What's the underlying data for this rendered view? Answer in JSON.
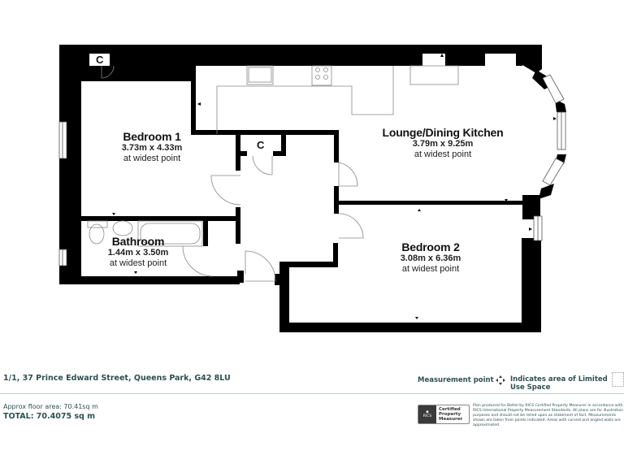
{
  "plan": {
    "rooms": [
      {
        "name": "Bedroom 1",
        "dims": "3.73m x 4.33m",
        "note": "at widest point"
      },
      {
        "name": "Lounge/Dining Kitchen",
        "dims": "3.79m x 9.25m",
        "note": "at widest point"
      },
      {
        "name": "Bathroom",
        "dims": "1.44m x 3.50m",
        "note": "at widest point"
      },
      {
        "name": "Bedroom 2",
        "dims": "3.08m x 6.36m",
        "note": "at widest point"
      }
    ],
    "cupboards": [
      {
        "label": "C"
      },
      {
        "label": "C"
      }
    ],
    "wall_color": "#000000",
    "fixture_color": "#888888"
  },
  "footer": {
    "address": "1/1, 37 Prince Edward Street, Queens Park, G42 8LU",
    "legend": {
      "measurement_point": "Measurement point",
      "measurement_icon": "four-way-arrow-icon",
      "limited_use": "Indicates area of  Limited Use Space"
    },
    "area": {
      "approx": "Approx floor area: 70.41sq m",
      "total": "TOTAL: 70.4075 sq m"
    },
    "badge": {
      "org": "RICS",
      "line1": "Certified",
      "line2": "Property",
      "line3": "Measurer"
    },
    "disclaimer": "Plan produced for Bettel by RICS Certified Property Measurer in accordance with RICS International Property Measurement Standards. All plans are for illustration purposes and should not be relied upon as statement of fact. Measurements shown are taken from points indicated. Areas with curved and angled walls are approximated.",
    "text_color": "#2f4f4f",
    "divider_color": "#b8cfcf"
  }
}
